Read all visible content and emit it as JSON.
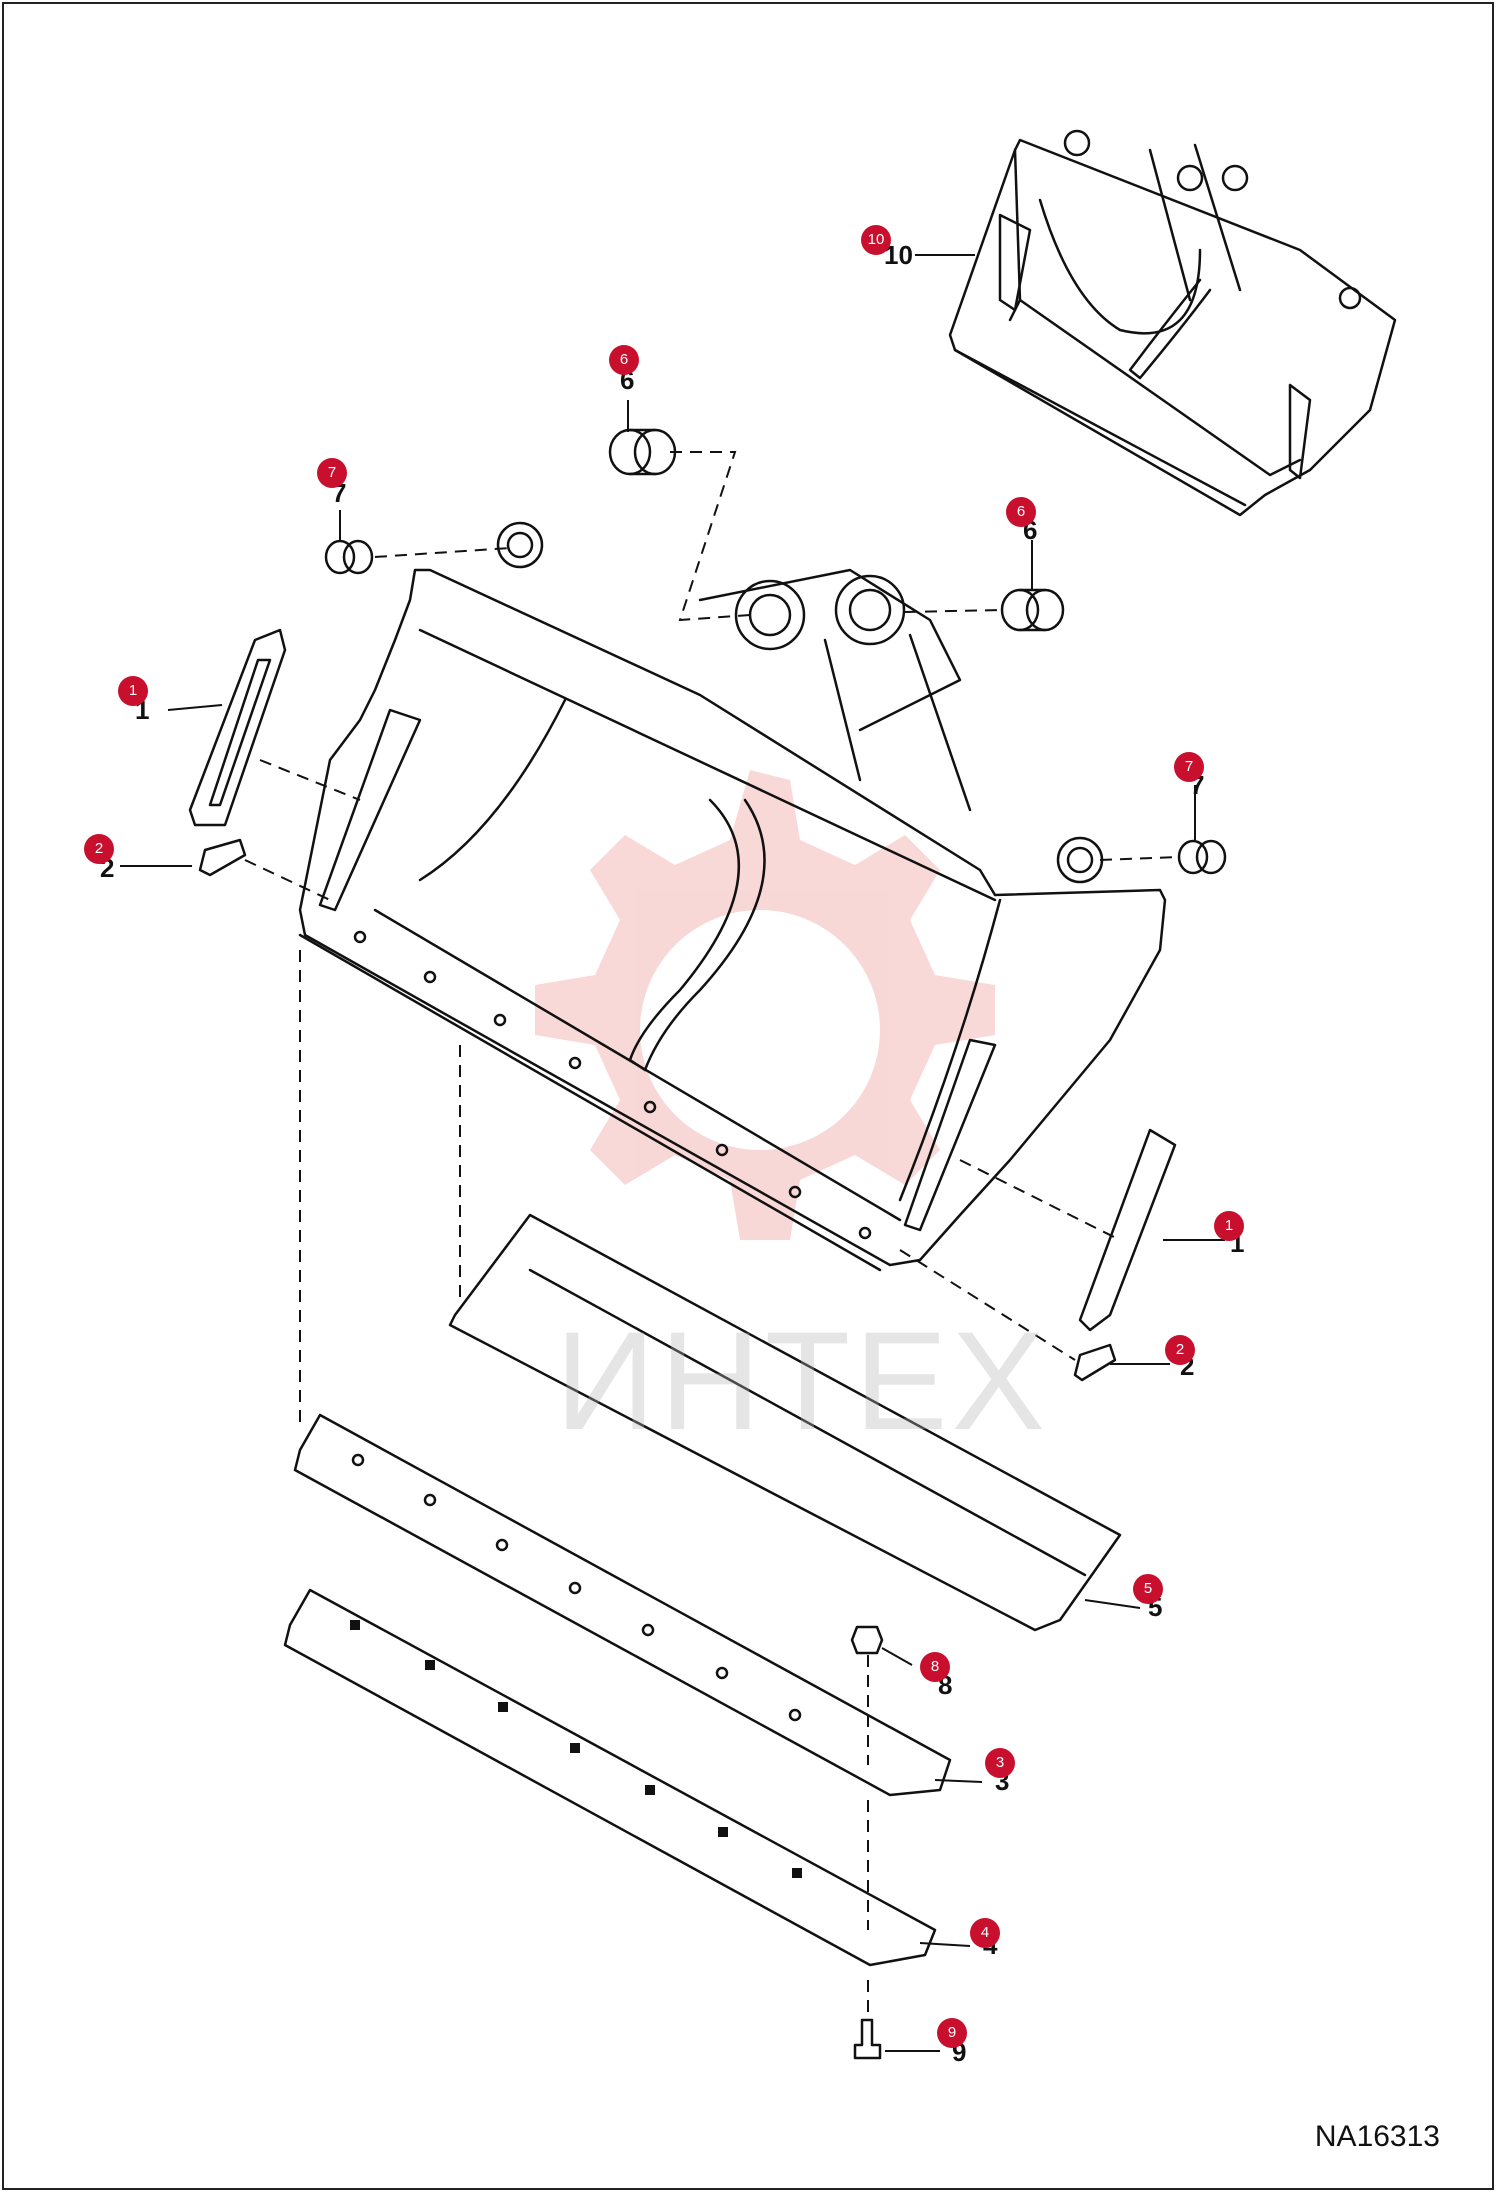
{
  "drawing_code": "NA16313",
  "watermark": {
    "text": "ИНТЕХ"
  },
  "parts": [
    {
      "num": "1",
      "callout_label": "1"
    },
    {
      "num": "1",
      "callout_label": "1"
    },
    {
      "num": "2",
      "callout_label": "2"
    },
    {
      "num": "2",
      "callout_label": "2"
    },
    {
      "num": "3",
      "callout_label": "3"
    },
    {
      "num": "4",
      "callout_label": "4"
    },
    {
      "num": "5",
      "callout_label": "5"
    },
    {
      "num": "6",
      "callout_label": "6"
    },
    {
      "num": "6",
      "callout_label": "6"
    },
    {
      "num": "7",
      "callout_label": "7"
    },
    {
      "num": "7",
      "callout_label": "7"
    },
    {
      "num": "8",
      "callout_label": "8"
    },
    {
      "num": "9",
      "callout_label": "9"
    },
    {
      "num": "10",
      "callout_label": "10"
    }
  ],
  "colors": {
    "callout": "#c8102e",
    "line": "#111111",
    "watermark": "#f4b8b8"
  }
}
